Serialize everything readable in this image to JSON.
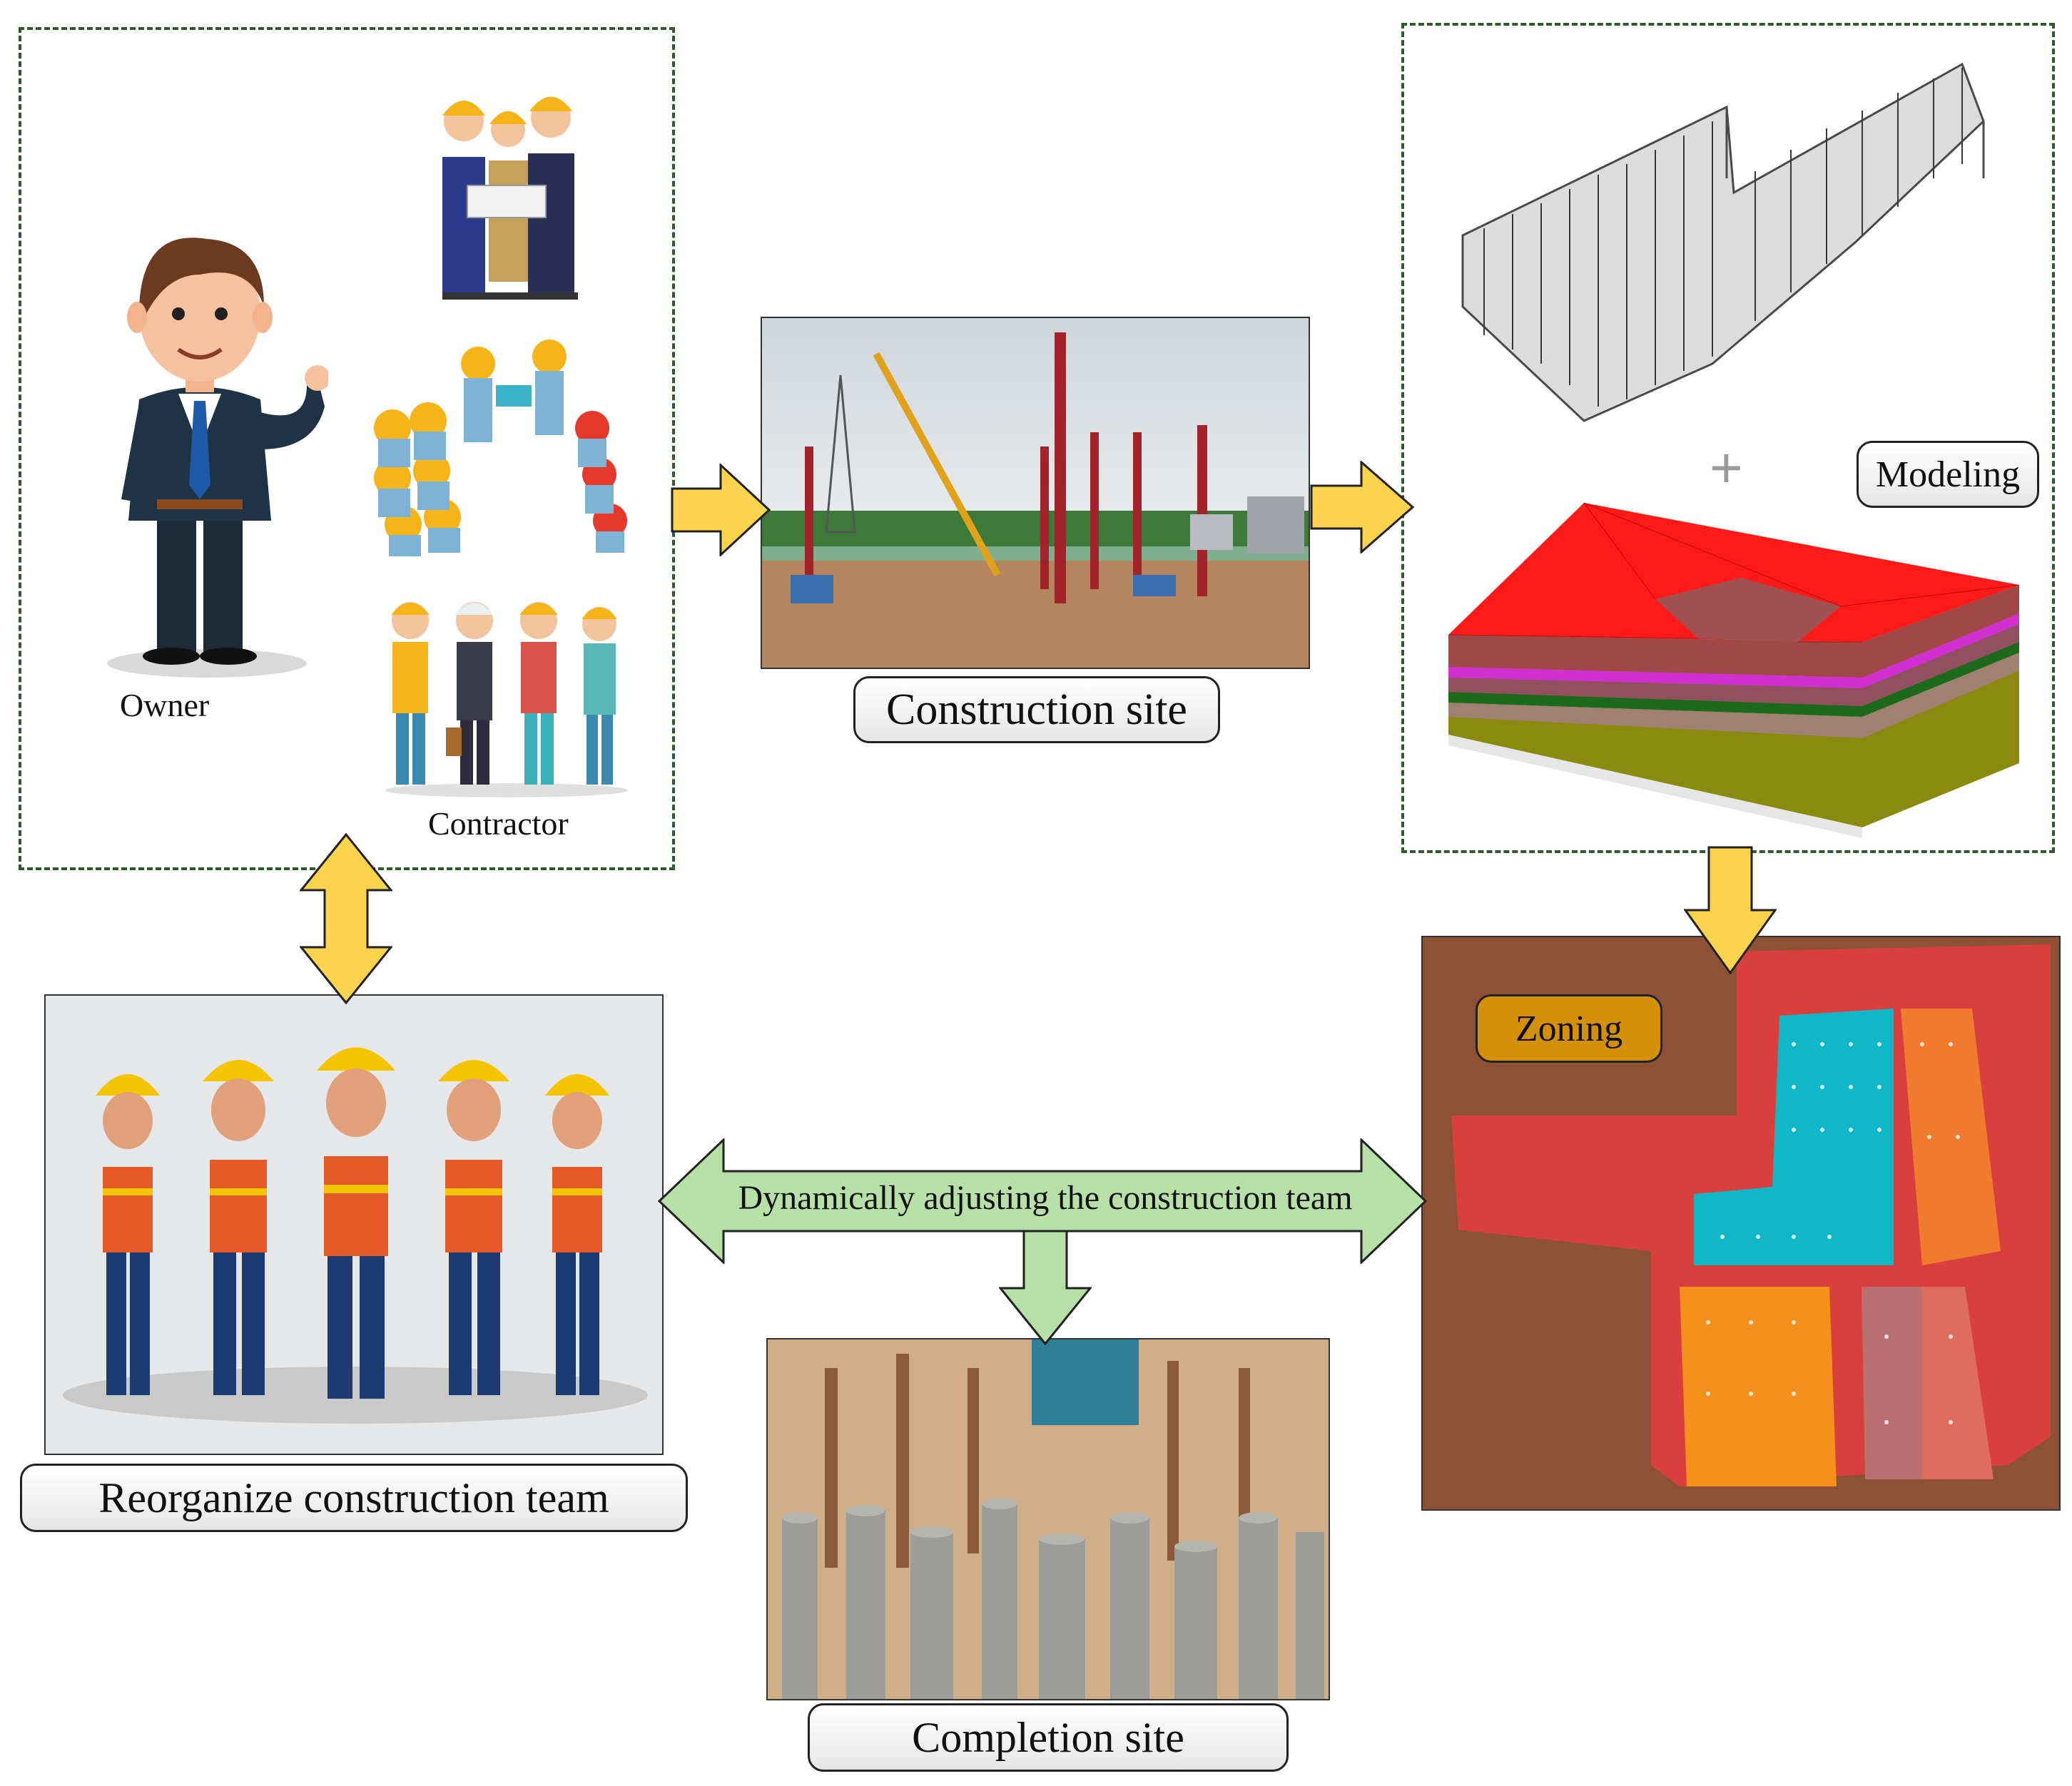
{
  "labels": {
    "owner": "Owner",
    "contractor": "Contractor",
    "construction_site": "Construction site",
    "modeling": "Modeling",
    "zoning": "Zoning",
    "dynamic_adjust": "Dynamically adjusting the construction team",
    "reorganize": "Reorganize construction team",
    "completion_site": "Completion site",
    "plus": "+"
  },
  "colors": {
    "dashed_border": "#2e5a2e",
    "yellow_arrow": "#fcd34d",
    "green_arrow": "#b7e0a8",
    "zoning_bg": "#8d5236",
    "zoning_red": "#d9403d",
    "zoning_cyan": "#11b7c4",
    "zoning_orange": "#f07a2e",
    "zoning_amber": "#f6901c",
    "zoning_label": "#d4900b",
    "model_red": "#ff1a1a"
  }
}
